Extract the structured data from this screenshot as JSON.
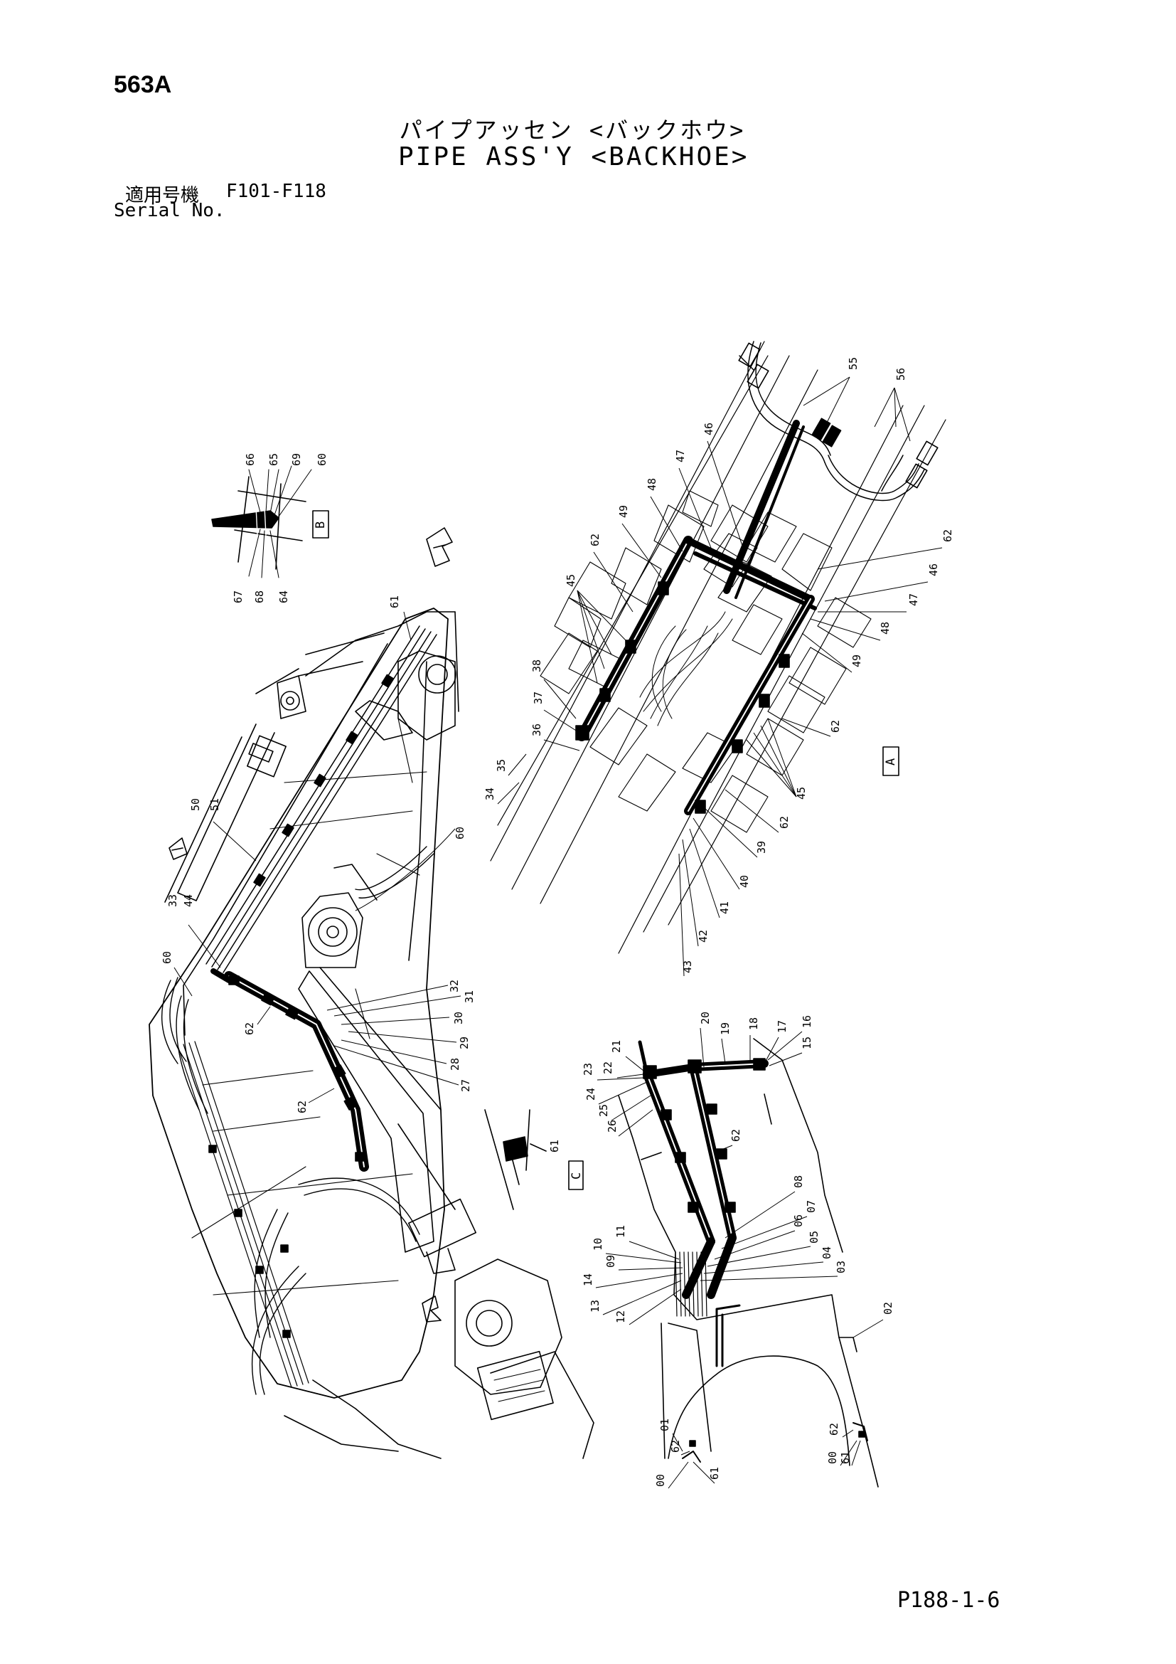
{
  "header": {
    "page_number": "563A",
    "title_ja": "パイプアッセン <バックホウ>",
    "title_en": "PIPE ASS'Y <BACKHOE>",
    "serial_label_ja": "適用号機",
    "serial_range": "F101-F118",
    "serial_label_en": "Serial No."
  },
  "footer": {
    "page_ref": "P188-1-6"
  },
  "views": {
    "a": "A",
    "b": "B",
    "c": "C"
  },
  "part_numbers": {
    "view_b": [
      "66",
      "65",
      "69",
      "60",
      "67",
      "68",
      "64"
    ],
    "main": [
      "61",
      "50",
      "51",
      "33",
      "44",
      "60",
      "60",
      "62",
      "62",
      "32",
      "31",
      "30",
      "29",
      "28",
      "27"
    ],
    "view_a": [
      "55",
      "56",
      "46",
      "47",
      "48",
      "49",
      "62",
      "45",
      "38",
      "37",
      "36",
      "35",
      "34",
      "62",
      "46",
      "47",
      "48",
      "49",
      "62",
      "45",
      "62",
      "39",
      "40",
      "41",
      "42",
      "43"
    ],
    "view_c_inset": [
      "61"
    ],
    "lower": [
      "20",
      "19",
      "18",
      "17",
      "16",
      "15",
      "21",
      "22",
      "23",
      "24",
      "25",
      "26",
      "62",
      "08",
      "07",
      "06",
      "05",
      "04",
      "03",
      "11",
      "10",
      "09",
      "14",
      "13",
      "12",
      "02",
      "01",
      "62",
      "00",
      "61",
      "62",
      "00",
      "61"
    ]
  }
}
